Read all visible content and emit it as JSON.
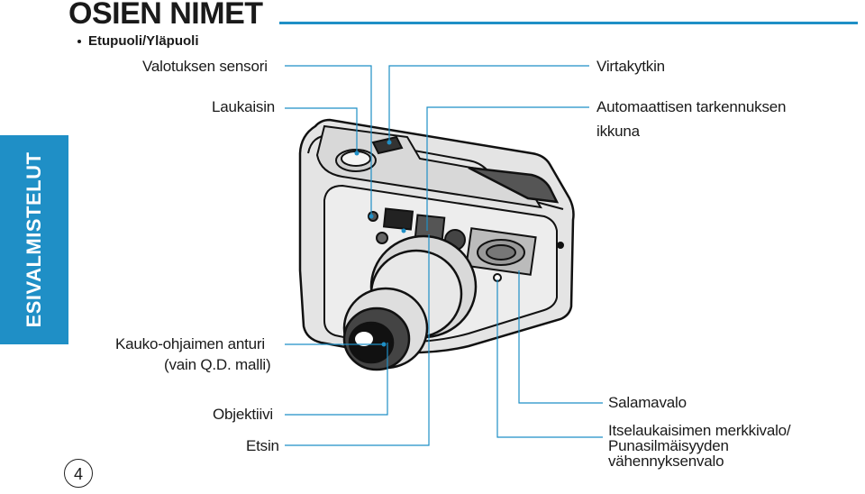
{
  "page": {
    "title": "OSIEN NIMET",
    "subtitle": "Etupuoli/Yläpuoli",
    "side_tab": "ESIVALMISTELUT",
    "page_number": "4",
    "accent_color": "#1f8fc6"
  },
  "labels": {
    "light_sensor": "Valotuksen sensori",
    "shutter": "Laukaisin",
    "power_switch": "Virtakytkin",
    "af_window_line1": "Automaattisen tarkennuksen",
    "af_window_line2": "ikkuna",
    "remote_sensor_line1": "Kauko-ohjaimen anturi",
    "remote_sensor_line2": "(vain Q.D. malli)",
    "lens": "Objektiivi",
    "viewfinder": "Etsin",
    "flash": "Salamavalo",
    "timer_lamp_line1": "Itselaukaisimen merkkivalo/",
    "timer_lamp_line2": "Punasilmäisyyden",
    "timer_lamp_line3": "vähennyksenvalo"
  }
}
